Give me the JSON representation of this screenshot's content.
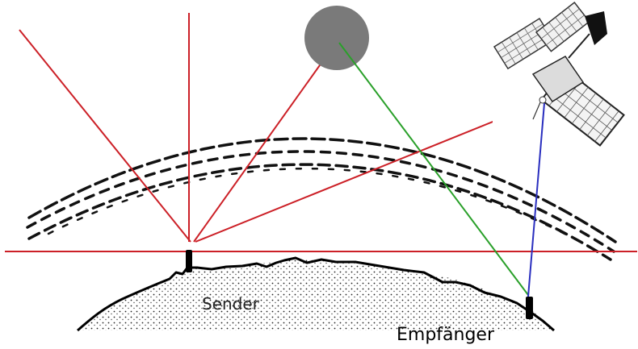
{
  "labels": {
    "sender": "Sender",
    "receiver": "Empfänger"
  },
  "colors": {
    "direct_rays": "#cc2027",
    "moon_reflection_path": "#2aa02a",
    "satellite_downlink": "#2a2fbf",
    "moon": "#7a7a7a",
    "ionosphere": "#111111",
    "terrain": "#000000",
    "background": "#ffffff"
  },
  "icons": {
    "moon": "moon-disc",
    "satellite": "satellite-with-solar-panels",
    "sender_mast": "transmitter-antenna",
    "receiver_mast": "receiver-antenna"
  }
}
